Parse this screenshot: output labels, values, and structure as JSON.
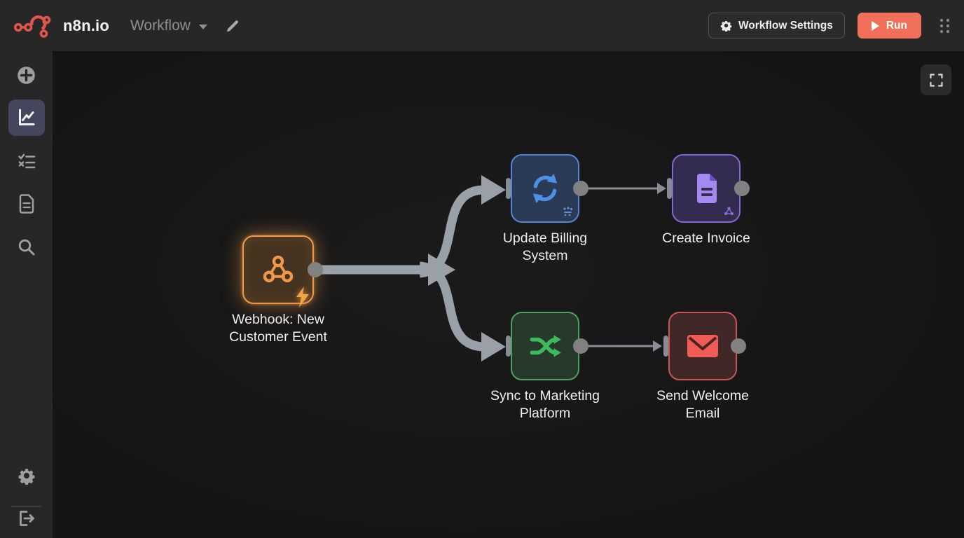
{
  "topbar": {
    "brand": "n8n.io",
    "workflow_menu_label": "Workflow",
    "settings_button_label": "Workflow Settings",
    "run_button_label": "Run",
    "icons": [
      "n8n-logo",
      "chevron-down-icon",
      "pencil-icon",
      "gear-icon",
      "play-icon",
      "grid-dots-icon"
    ]
  },
  "sidebar": {
    "items": [
      {
        "name": "add",
        "icon": "plus-circle-icon",
        "active": false
      },
      {
        "name": "insights",
        "icon": "chart-icon",
        "active": true
      },
      {
        "name": "executions",
        "icon": "checklist-icon",
        "active": false
      },
      {
        "name": "templates",
        "icon": "document-icon",
        "active": false
      },
      {
        "name": "search",
        "icon": "search-icon",
        "active": false
      },
      {
        "name": "settings",
        "icon": "gear-icon",
        "active": false
      },
      {
        "name": "logout",
        "icon": "logout-icon",
        "active": false
      }
    ]
  },
  "canvas": {
    "expand_button_icon": "expand-icon",
    "nodes": [
      {
        "id": "webhook",
        "label": "Webhook: New Customer Event",
        "icon": "webhook-icon",
        "accent": "#f09a4a",
        "trigger": true
      },
      {
        "id": "update-billing",
        "label": "Update Billing System",
        "icon": "sync-refresh-icon",
        "accent": "#5585d6",
        "trigger": false
      },
      {
        "id": "create-invoice",
        "label": "Create Invoice",
        "icon": "document-icon",
        "accent": "#8468d8",
        "trigger": false
      },
      {
        "id": "sync-marketing",
        "label": "Sync to Marketing Platform",
        "icon": "shuffle-icon",
        "accent": "#4da05f",
        "trigger": false
      },
      {
        "id": "send-email",
        "label": "Send Welcome Email",
        "icon": "envelope-icon",
        "accent": "#cc5454",
        "trigger": false
      }
    ],
    "connections": [
      {
        "from": "webhook",
        "to": "update-billing"
      },
      {
        "from": "webhook",
        "to": "sync-marketing"
      },
      {
        "from": "update-billing",
        "to": "create-invoice"
      },
      {
        "from": "sync-marketing",
        "to": "send-email"
      }
    ]
  },
  "colors": {
    "topbar_bg": "#272727",
    "canvas_bg": "#161616",
    "brand_coral": "#e0564a",
    "run_button": "#f0705a",
    "active_item_bg": "#45455e",
    "connector_gray": "#9aa0a8",
    "node_webhook_border": "#f09a4a",
    "node_billing_border": "#5585d6",
    "node_invoice_border": "#8468d8",
    "node_sync_border": "#4da05f",
    "node_email_border": "#cc5454"
  }
}
